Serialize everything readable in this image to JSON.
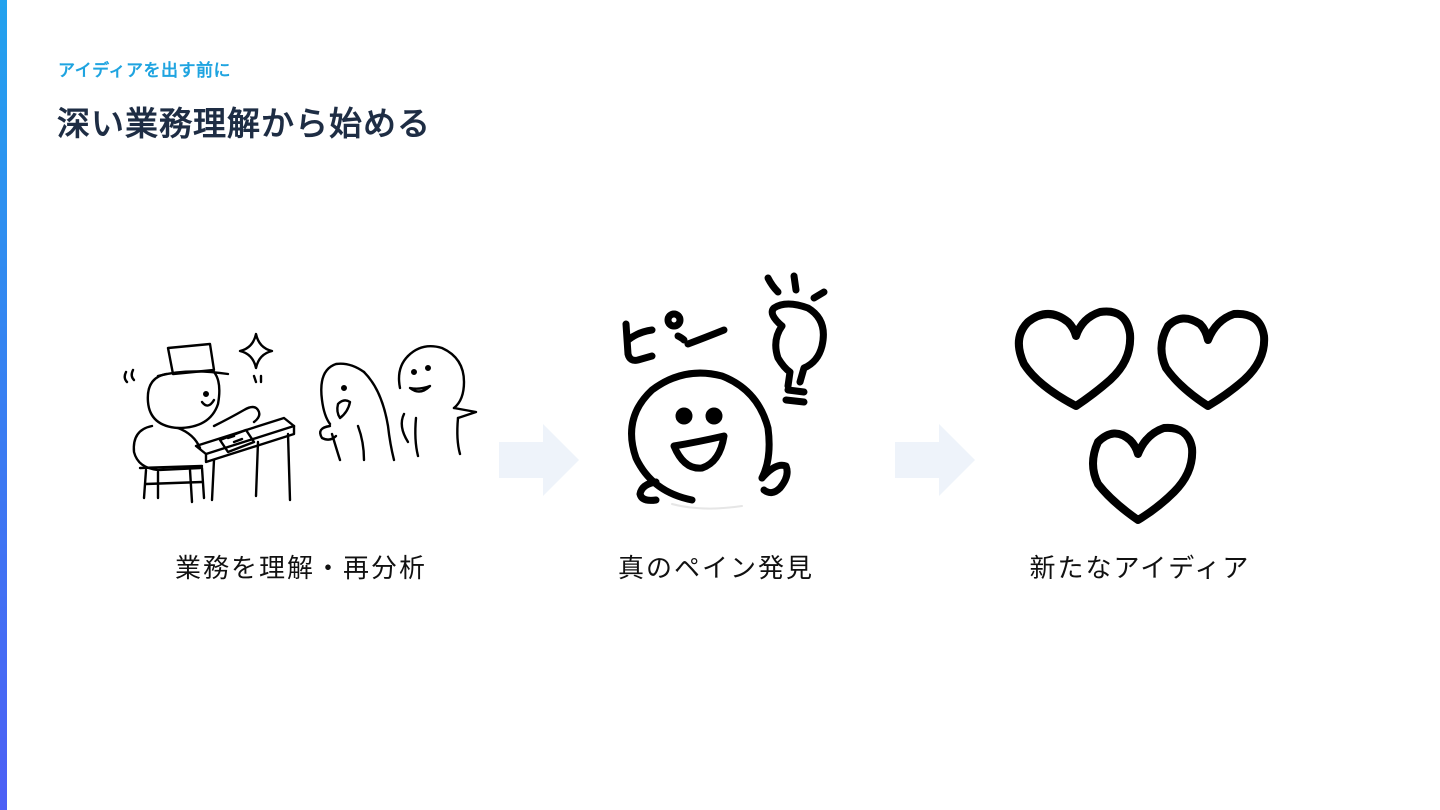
{
  "slide": {
    "eyebrow": "アイディアを出す前に",
    "title": "深い業務理解から始める"
  },
  "steps": [
    {
      "label": "業務を理解・再分析",
      "icon": "people-studying-desk-icon"
    },
    {
      "label": "真のペイン発見",
      "icon": "smiling-face-lightbulb-icon",
      "sound_text": "ピン"
    },
    {
      "label": "新たなアイディア",
      "icon": "three-hearts-icon"
    }
  ],
  "colors": {
    "accent_bar_top": "#22a2ee",
    "accent_bar_bottom": "#4d5ff5",
    "eyebrow": "#1fa4e0",
    "title": "#1e2d44",
    "arrow": "#eef3fa",
    "ink": "#000000"
  }
}
